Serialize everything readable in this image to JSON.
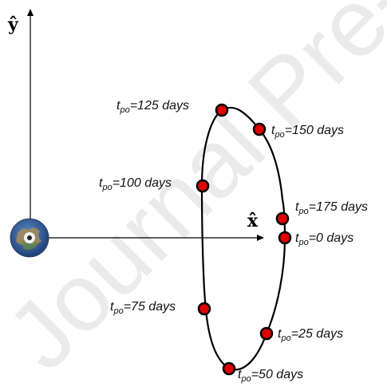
{
  "watermark": {
    "text": "Journal Pre-proof",
    "color": "#d8d8d8"
  },
  "axes": {
    "y_label": "ŷ",
    "x_label": "x̂",
    "color": "#000000"
  },
  "earth": {
    "icon": "earth-globe-icon"
  },
  "orbit": {
    "color": "#000000",
    "point_fill": "#e00000",
    "point_stroke": "#000000"
  },
  "points": [
    {
      "prefix": "t",
      "sub": "po",
      "text": "=125 days"
    },
    {
      "prefix": "t",
      "sub": "po",
      "text": "=150 days"
    },
    {
      "prefix": "t",
      "sub": "po",
      "text": "=100 days"
    },
    {
      "prefix": "t",
      "sub": "po",
      "text": "=175 days"
    },
    {
      "prefix": "t",
      "sub": "po",
      "text": "=0 days"
    },
    {
      "prefix": "t",
      "sub": "po",
      "text": "=75 days"
    },
    {
      "prefix": "t",
      "sub": "po",
      "text": "=25 days"
    },
    {
      "prefix": "t",
      "sub": "po",
      "text": "=50 days"
    }
  ]
}
